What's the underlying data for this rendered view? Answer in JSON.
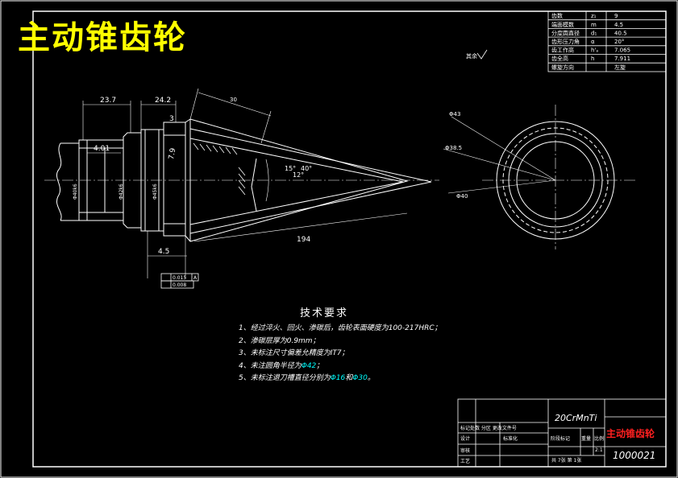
{
  "title": "主动锥齿轮",
  "params": [
    {
      "name": "齿数",
      "sym": "z₁",
      "val": "9"
    },
    {
      "name": "端面模数",
      "sym": "m",
      "val": "4.5"
    },
    {
      "name": "分度圆直径",
      "sym": "d₁",
      "val": "40.5"
    },
    {
      "name": "齿形压力角",
      "sym": "α",
      "val": "20°"
    },
    {
      "name": "齿工作高",
      "sym": "h'ₐ",
      "val": "7.065"
    },
    {
      "name": "齿全高",
      "sym": "h",
      "val": "7.911"
    },
    {
      "name": "螺旋方向",
      "sym": "",
      "val": "左旋"
    }
  ],
  "roughness_label": "其余",
  "dims": {
    "d1": "23.7",
    "d2": "24.2",
    "d3": "4.01",
    "d4": "3",
    "d5": "7.9",
    "d6": "30",
    "d7": "15°",
    "d8": "12°",
    "d9": "40°",
    "d10": "4.5",
    "d11": "194",
    "d12": "Φ43",
    "d13": "Φ40",
    "d14": "Φ38.5",
    "shaft1": "Φ40k6",
    "shaft2": "Φ42k6",
    "shaft3": "Φ45k6",
    "tol1": "0.015",
    "tol_ref": "A",
    "tol2": "0.008"
  },
  "requirements": {
    "heading": "技术要求",
    "items": [
      "1、经过淬火、回火、渗碳后，齿轮表面硬度为100-217HRC；",
      "2、渗碳层厚为0.9mm；",
      "3、未标注尺寸偏差允精度为IT7；",
      "4、未注圆角半径为",
      "5、未标注退刀槽直径分别为"
    ],
    "r42": "Φ42",
    "r1": "Φ16",
    "r_and": "和",
    "r2": "Φ30",
    "r_end": "。",
    "r4end": "；"
  },
  "titleblock": {
    "material": "20CrMnTi",
    "name": "主动锥齿轮",
    "code": "1000021",
    "scale": "2:1",
    "sheets": "共 7张  第 1张",
    "stage": "阶段标记",
    "weight": "重量",
    "ratio": "比例",
    "design": "设计",
    "check": "审核",
    "process": "工艺",
    "std": "标准化",
    "mark": "标记处数 分区 更改文件号"
  }
}
